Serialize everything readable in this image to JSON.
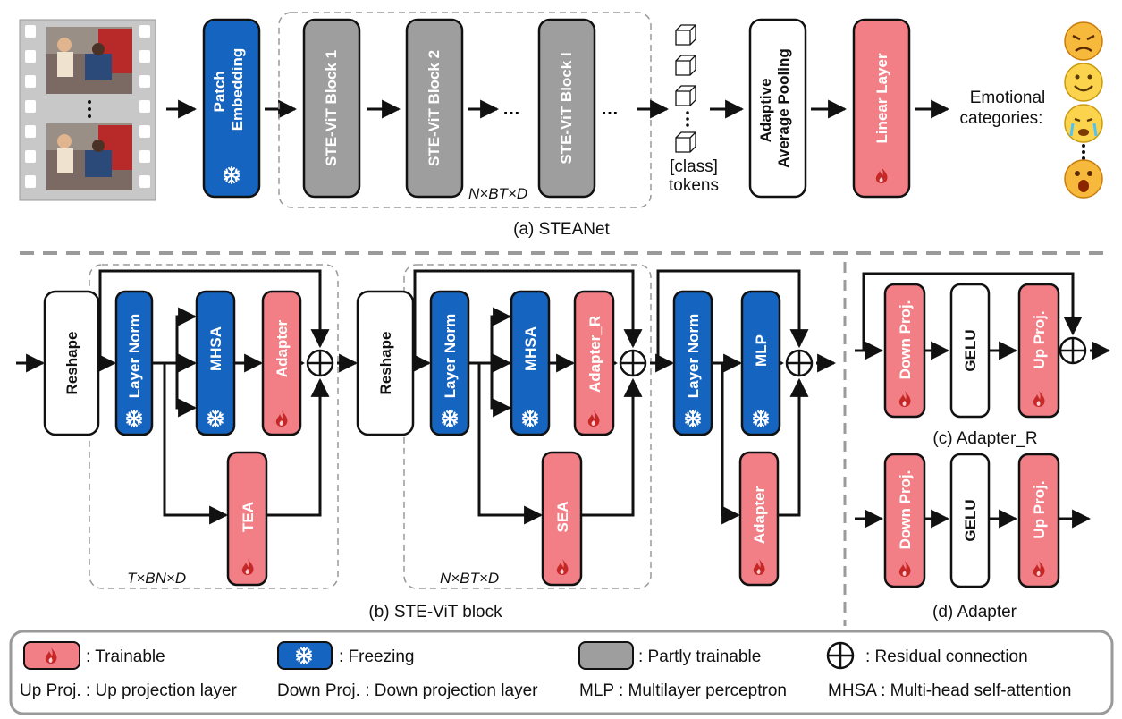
{
  "colors": {
    "trainable_fill": "#F27F86",
    "freezing_fill": "#1565C0",
    "partly_fill": "#9E9E9E",
    "neutral_fill": "#FFFFFF",
    "stroke": "#111111",
    "dashed": "#9A9A9A",
    "film": "#C8C8C8"
  },
  "icons": {
    "trainable": "flame-icon",
    "freezing": "snowflake-icon",
    "residual": "circled-plus-icon"
  },
  "top": {
    "patch_embedding": [
      "Patch",
      "Embedding"
    ],
    "blocks": [
      "STE-ViT Block 1",
      "STE-ViT Block 2",
      "STE-ViT Block l"
    ],
    "dim_label": "N×BT×D",
    "class_tokens": [
      "[class]",
      "tokens"
    ],
    "pooling": [
      "Adaptive",
      "Average Pooling"
    ],
    "linear": "Linear Layer",
    "emotional": [
      "Emotional",
      "categories:"
    ],
    "caption": "(a) STEANet"
  },
  "bottom": {
    "reshape": "Reshape",
    "layer_norm": "Layer Norm",
    "mhsa": "MHSA",
    "adapter": "Adapter",
    "adapter_r": "Adapter_R",
    "tea": "TEA",
    "sea": "SEA",
    "mlp": "MLP",
    "dim1": "T×BN×D",
    "dim2": "N×BT×D",
    "caption": "(b) STE-ViT block"
  },
  "adapters": {
    "down_proj": "Down Proj.",
    "gelu": "GELU",
    "up_proj": "Up Proj.",
    "caption_r": "(c) Adapter_R",
    "caption_d": "(d) Adapter"
  },
  "legend": {
    "trainable": ": Trainable",
    "freezing": ": Freezing",
    "partly": ": Partly trainable",
    "residual": ": Residual connection",
    "up_proj": "Up Proj. : Up projection layer",
    "down_proj": "Down Proj. : Down projection layer",
    "mlp": "MLP : Multilayer perceptron",
    "mhsa": "MHSA : Multi-head self-attention"
  }
}
